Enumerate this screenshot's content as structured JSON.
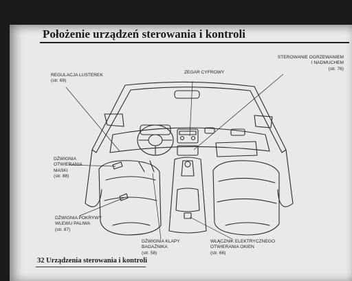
{
  "page": {
    "title": "Położenie urządzeń sterowania i kontroli",
    "footer": "32 Urządzenia sterowania i kontroli"
  },
  "callouts": {
    "mirror_adjust": {
      "label": "REGULACJA LUSTEREK",
      "ref": "(str. 69)"
    },
    "digital_clock": {
      "label": "ZEGAR CYFROWY",
      "ref": ""
    },
    "heating_vent": {
      "label_1": "STEROWANIE OGRZEWANIEM",
      "label_2": "I NADMUCHEM",
      "ref": "(str. 76)"
    },
    "hood_release": {
      "label_1": "DŹWIGNIA",
      "label_2": "OTWIERANIA",
      "label_3": "MASKI",
      "ref": "(str. 88)"
    },
    "fuel_door": {
      "label_1": "DŹWIGNIA POKRYWY",
      "label_2": "WLEWU PALIWA",
      "ref": "(str. 87)"
    },
    "trunk_release": {
      "label_1": "DŹWIGNIA KLAPY",
      "label_2": "BAGAŻNIKA",
      "ref": "(str. 58)"
    },
    "power_windows": {
      "label_1": "WŁĄCZNIK ELEKTRYCZNEGO",
      "label_2": "OTWIERANIA OKIEN",
      "ref": "(str. 66)"
    }
  },
  "diagram": {
    "icon": "car-interior-illustration",
    "line_color": "#2a2a2a",
    "page_color": "#e9e9e9"
  }
}
